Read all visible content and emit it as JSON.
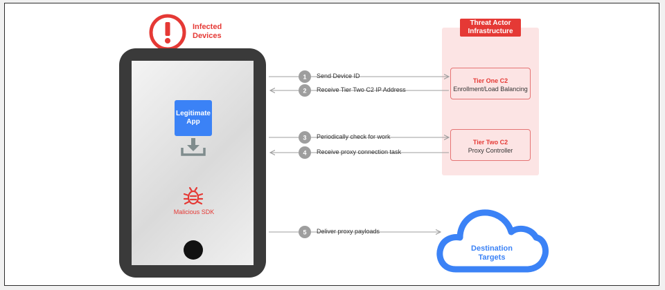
{
  "infected": {
    "label_line1": "Infected",
    "label_line2": "Devices"
  },
  "phone": {
    "app_line1": "Legitimate",
    "app_line2": "App",
    "sdk_label": "Malicious SDK"
  },
  "threat": {
    "title_line1": "Threat Actor",
    "title_line2": "Infrastructure",
    "tier1_title": "Tier One C2",
    "tier1_sub": "Enrollment/Load Balancing",
    "tier2_title": "Tier Two C2",
    "tier2_sub": "Proxy Controller"
  },
  "steps": [
    {
      "num": "1",
      "text": "Send Device ID"
    },
    {
      "num": "2",
      "text": "Receive Tier Two C2 IP Address"
    },
    {
      "num": "3",
      "text": "Periodically check for work"
    },
    {
      "num": "4",
      "text": "Receive proxy connection task"
    },
    {
      "num": "5",
      "text": "Deliver proxy payloads"
    }
  ],
  "destination": {
    "line1": "Destination",
    "line2": "Targets"
  },
  "colors": {
    "red": "#e53935",
    "blue": "#3b82f6",
    "gray": "#9e9e9e"
  }
}
